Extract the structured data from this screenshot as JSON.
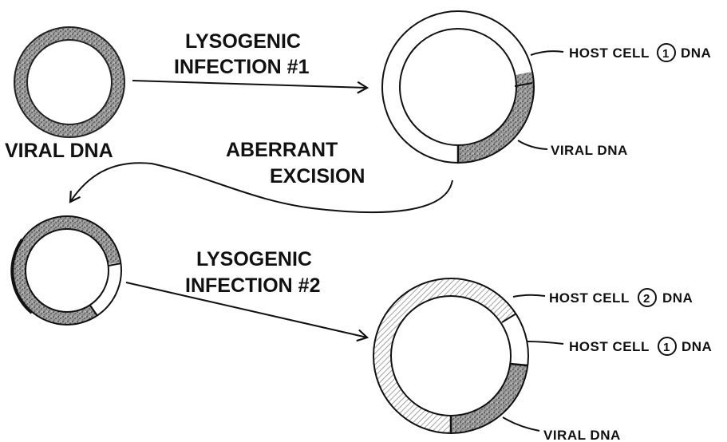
{
  "labels": {
    "viral_dna_top": "VIRAL DNA",
    "infection1_line1": "LYSOGENIC",
    "infection1_line2": "INFECTION #1",
    "host_cell_1_top_pre": "HOST CELL",
    "host_cell_1_top_num": "1",
    "host_cell_1_top_post": "DNA",
    "viral_dna_right_top": "VIRAL DNA",
    "aberrant": "ABERRANT",
    "excision": "EXCISION",
    "infection2_line1": "LYSOGENIC",
    "infection2_line2": "INFECTION #2",
    "host_cell_2_pre": "HOST CELL",
    "host_cell_2_num": "2",
    "host_cell_2_post": "DNA",
    "host_cell_1_bottom_pre": "HOST CELL",
    "host_cell_1_bottom_num": "1",
    "host_cell_1_bottom_post": "DNA",
    "viral_dna_bottom": "VIRAL DNA"
  },
  "colors": {
    "ink": "#111111",
    "viral_speckle": "#8a8a8a",
    "host2_hatch": "#9a9a9a",
    "background": "#ffffff"
  }
}
